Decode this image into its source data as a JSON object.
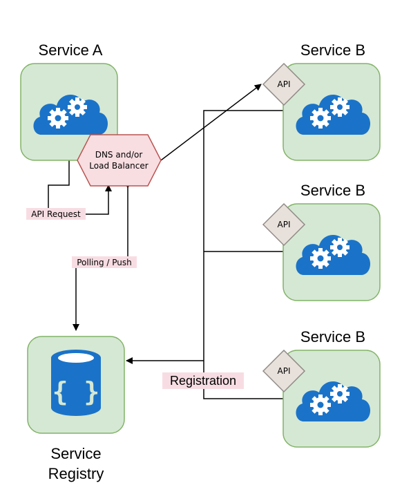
{
  "nodes": {
    "service_a": {
      "title": "Service A"
    },
    "lb": {
      "line1": "DNS and/or",
      "line2": "Load Balancer"
    },
    "service_b1": {
      "title": "Service B",
      "api": "API"
    },
    "service_b2": {
      "title": "Service B",
      "api": "API"
    },
    "service_b3": {
      "title": "Service B",
      "api": "API"
    },
    "registry": {
      "line1": "Service",
      "line2": "Registry"
    }
  },
  "edges": {
    "api_request": "API Request",
    "polling": "Polling / Push",
    "registration": "Registration"
  },
  "colors": {
    "service_fill": "#d5e8d4",
    "service_stroke": "#82b366",
    "lb_fill": "#f8cecc",
    "lb_stroke": "#b85450",
    "api_fill": "#e8e1db",
    "api_stroke": "#8f8a85",
    "icon_blue": "#1a73c8",
    "label_bg": "#f7dde3"
  }
}
